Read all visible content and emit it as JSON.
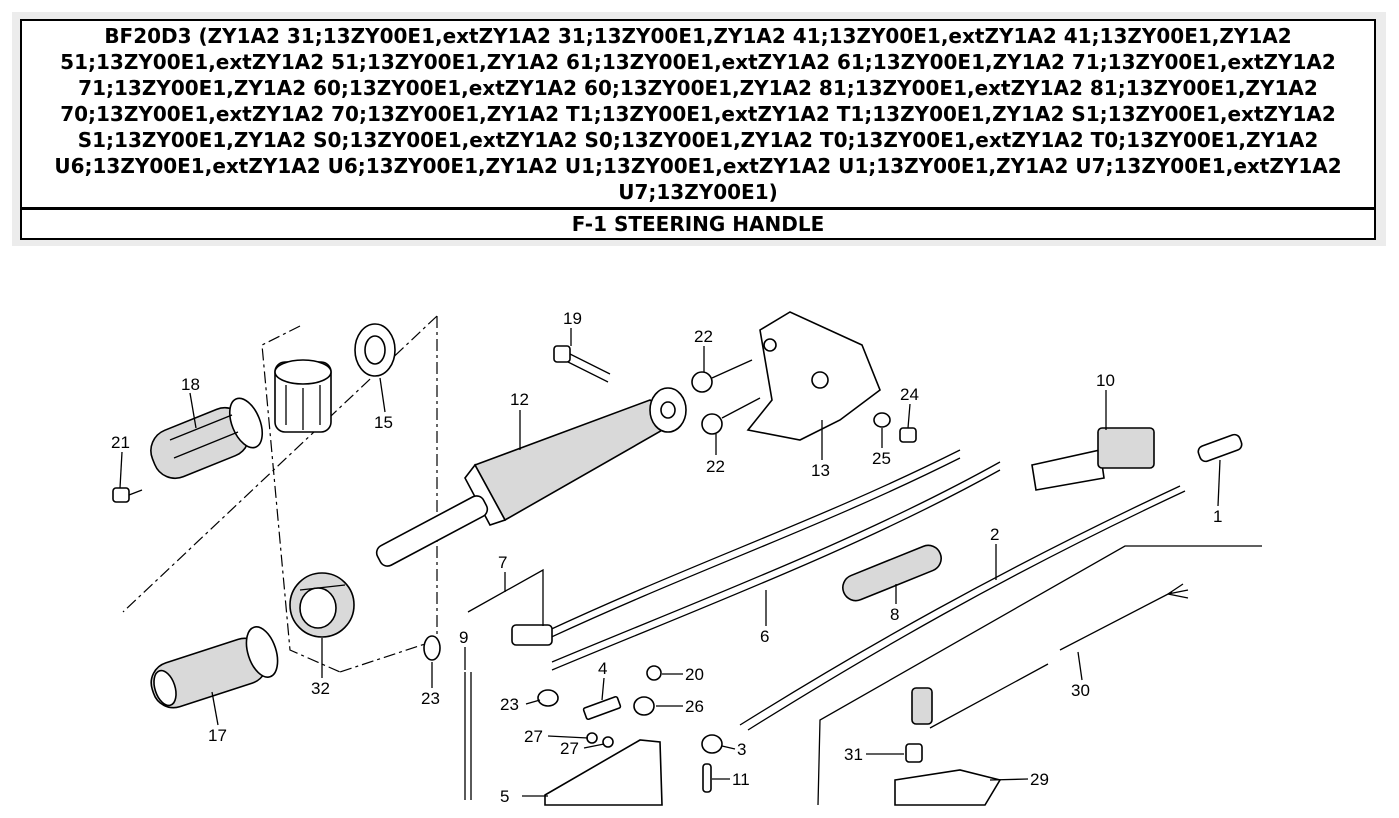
{
  "header": {
    "title": "BF20D3 (ZY1A2 31;13ZY00E1,extZY1A2 31;13ZY00E1,ZY1A2 41;13ZY00E1,extZY1A2 41;13ZY00E1,ZY1A2 51;13ZY00E1,extZY1A2 51;13ZY00E1,ZY1A2 61;13ZY00E1,extZY1A2 61;13ZY00E1,ZY1A2 71;13ZY00E1,extZY1A2 71;13ZY00E1,ZY1A2 60;13ZY00E1,extZY1A2 60;13ZY00E1,ZY1A2 81;13ZY00E1,extZY1A2 81;13ZY00E1,ZY1A2 70;13ZY00E1,extZY1A2 70;13ZY00E1,ZY1A2 T1;13ZY00E1,extZY1A2 T1;13ZY00E1,ZY1A2 S1;13ZY00E1,extZY1A2 S1;13ZY00E1,ZY1A2 S0;13ZY00E1,extZY1A2 S0;13ZY00E1,ZY1A2 T0;13ZY00E1,extZY1A2 T0;13ZY00E1,ZY1A2 U6;13ZY00E1,extZY1A2 U6;13ZY00E1,ZY1A2 U1;13ZY00E1,extZY1A2 U1;13ZY00E1,ZY1A2 U7;13ZY00E1,extZY1A2 U7;13ZY00E1)",
    "section": "F-1 STEERING HANDLE"
  },
  "callouts": {
    "c1": "1",
    "c2": "2",
    "c3": "3",
    "c4": "4",
    "c5": "5",
    "c6": "6",
    "c7": "7",
    "c8": "8",
    "c9": "9",
    "c10": "10",
    "c11": "11",
    "c12": "12",
    "c13": "13",
    "c15": "15",
    "c17": "17",
    "c18": "18",
    "c19": "19",
    "c20": "20",
    "c21": "21",
    "c22a": "22",
    "c22b": "22",
    "c23a": "23",
    "c23b": "23",
    "c24": "24",
    "c25": "25",
    "c26": "26",
    "c27a": "27",
    "c27b": "27",
    "c29": "29",
    "c30": "30",
    "c31": "31",
    "c32": "32"
  }
}
